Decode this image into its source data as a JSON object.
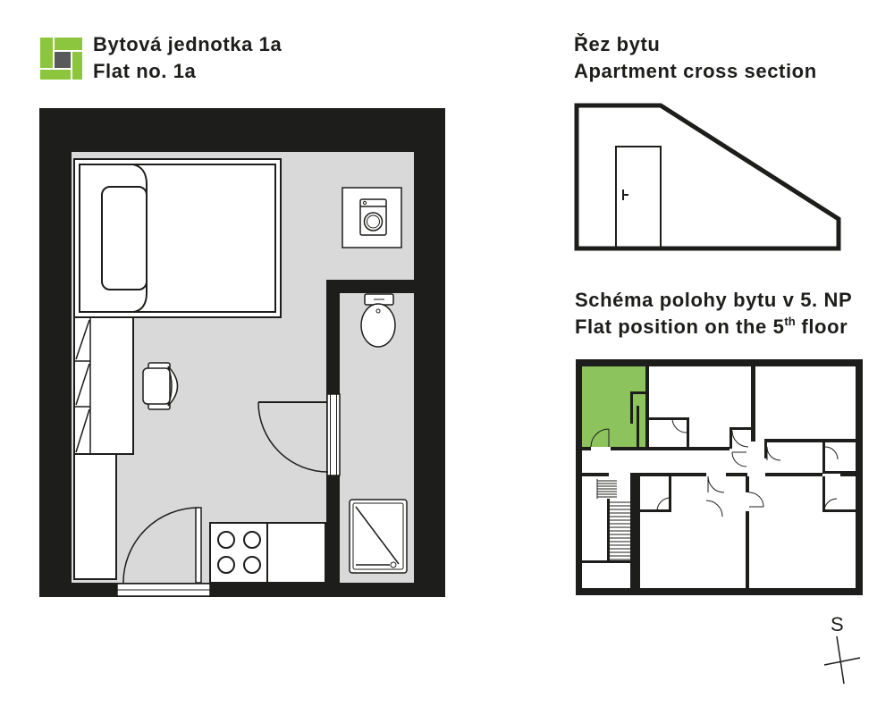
{
  "header": {
    "title_cs": "Bytová jednotka 1a",
    "title_en": "Flat no. 1a"
  },
  "cross_section": {
    "title_cs": "Řez bytu",
    "title_en": "Apartment cross section"
  },
  "position": {
    "title_cs": "Schéma polohy bytu v 5. NP",
    "title_en_main": "Flat position on the 5",
    "title_en_sup": "th",
    "title_en_end": " floor"
  },
  "compass": {
    "label": "S",
    "icon": "compass-icon"
  },
  "icons": [
    "logo-icon",
    "bed-icon",
    "washing-machine-icon",
    "desk-shelf-icon",
    "wardrobe-icon",
    "chair-icon",
    "stove-icon",
    "toilet-icon",
    "shower-icon",
    "door-icon",
    "stairs-icon",
    "compass-icon"
  ],
  "colors": {
    "ink": "#1d1d1b",
    "floor": "#d9d9d9",
    "logo_green": "#8cc63f",
    "logo_gray": "#58595b",
    "flat_highlight": "#8dc35c"
  }
}
